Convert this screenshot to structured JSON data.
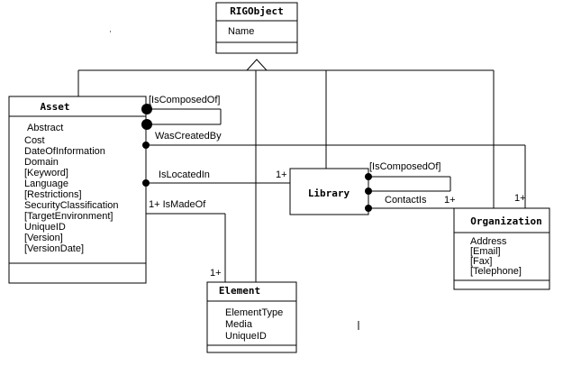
{
  "classes": {
    "rigobject": {
      "title": "RIGObject",
      "attributes": [
        "Name"
      ]
    },
    "asset": {
      "title": "Asset",
      "attributes": [
        "Abstract",
        "Cost",
        "DateOfInformation",
        "Domain",
        "[Keyword]",
        "Language",
        "[Restrictions]",
        "SecurityClassification",
        "[TargetEnvironment]",
        "UniqueID",
        "[Version]",
        "[VersionDate]"
      ]
    },
    "library": {
      "title": "Library",
      "attributes": []
    },
    "organization": {
      "title": "Organization",
      "attributes": [
        "Address",
        "[Email]",
        "[Fax]",
        "[Telephone]"
      ]
    },
    "element": {
      "title": "Element",
      "attributes": [
        "ElementType",
        "Media",
        "UniqueID"
      ]
    }
  },
  "associations": {
    "asset_self": "[IsComposedOf]",
    "was_created_by": "WasCreatedBy",
    "is_located_in": "IsLocatedIn",
    "is_located_in_mult": "1+",
    "is_made_of": "1+ IsMadeOf",
    "is_made_of_mult": "1+",
    "library_self": "[IsComposedOf]",
    "contact_is": "ContactIs",
    "contact_is_mult": "1+",
    "created_by_mult": "1+"
  }
}
